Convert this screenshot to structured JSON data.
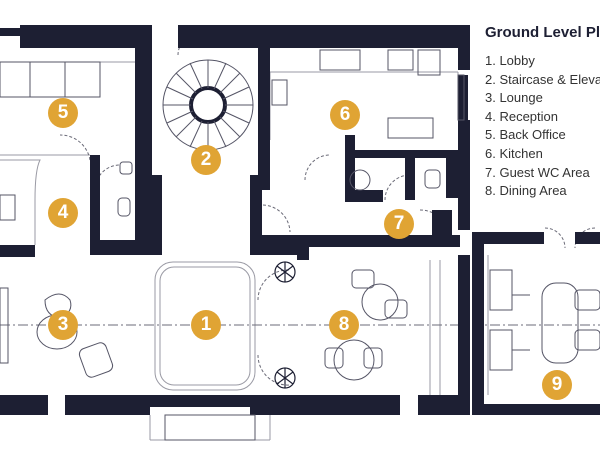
{
  "legend": {
    "title": "Ground Level Pla",
    "items": [
      "1. Lobby",
      "2. Staircase & Elevat",
      "3. Lounge",
      "4. Reception",
      "5. Back Office",
      "6. Kitchen",
      "7. Guest WC Area",
      "8. Dining Area"
    ]
  },
  "markers": [
    "1",
    "2",
    "3",
    "4",
    "5",
    "6",
    "7",
    "8",
    "9"
  ],
  "colors": {
    "wall": "#1d1f33",
    "marker": "#e0a434",
    "line": "#9a9aa4"
  }
}
